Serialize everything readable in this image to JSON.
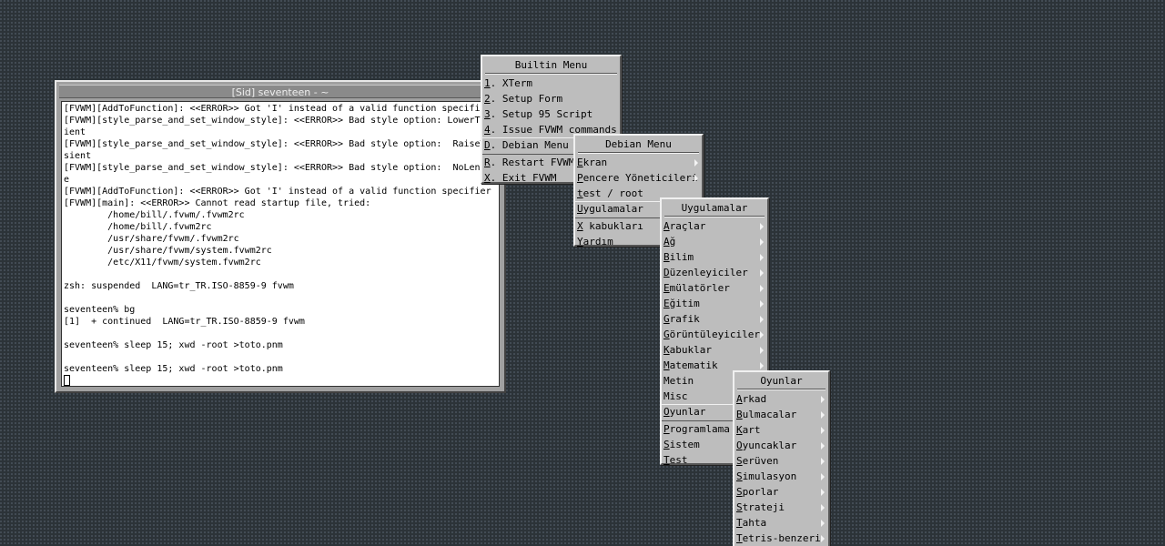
{
  "terminal": {
    "title": "[Sid] seventeen - ~",
    "lines": [
      "[FVWM][AddToFunction]: <<ERROR>> Got 'I' instead of a valid function specifier",
      "[FVWM][style_parse_and_set_window_style]: <<ERROR>> Bad style option: LowerTransient",
      "ient",
      "[FVWM][style_parse_and_set_window_style]: <<ERROR>> Bad style option:  RaiseTransient",
      "sient",
      "[FVWM][style_parse_and_set_window_style]: <<ERROR>> Bad style option:  NoLenience",
      "e",
      "[FVWM][AddToFunction]: <<ERROR>> Got 'I' instead of a valid function specifier",
      "[FVWM][main]: <<ERROR>> Cannot read startup file, tried:",
      "        /home/bill/.fvwm/.fvwm2rc",
      "        /home/bill/.fvwm2rc",
      "        /usr/share/fvwm/.fvwm2rc",
      "        /usr/share/fvwm/system.fvwm2rc",
      "        /etc/X11/fvwm/system.fvwm2rc",
      "",
      "zsh: suspended  LANG=tr_TR.ISO-8859-9 fvwm",
      "",
      "seventeen% bg",
      "[1]  + continued  LANG=tr_TR.ISO-8859-9 fvwm",
      "",
      "seventeen% sleep 15; xwd -root >toto.pnm",
      "",
      "seventeen% sleep 15; xwd -root >toto.pnm"
    ]
  },
  "menus": {
    "builtin": {
      "title": "Builtin Menu",
      "items": [
        {
          "hot": "1",
          "rest": ". XTerm",
          "sub": false
        },
        {
          "hot": "2",
          "rest": ". Setup Form",
          "sub": false
        },
        {
          "hot": "3",
          "rest": ". Setup 95 Script",
          "sub": false
        },
        {
          "hot": "4",
          "rest": ". Issue FVWM commands",
          "sub": false
        },
        {
          "hot": "D",
          "rest": ". Debian Menu",
          "sub": true,
          "selected": true
        },
        {
          "hot": "R",
          "rest": ". Restart FVWM",
          "sub": false
        },
        {
          "hot": "X",
          "rest": ". Exit FVWM",
          "sub": false
        }
      ]
    },
    "debian": {
      "title": "Debian Menu",
      "items": [
        {
          "hot": "E",
          "rest": "kran",
          "sub": true
        },
        {
          "hot": "P",
          "rest": "encere Yöneticileri",
          "sub": true
        },
        {
          "hot": "t",
          "rest": "est / root",
          "sub": false
        },
        {
          "hot": "U",
          "rest": "ygulamalar",
          "sub": true,
          "selected": true
        },
        {
          "hot": "X",
          "rest": " kabukları",
          "sub": true
        },
        {
          "hot": "Y",
          "rest": "ardım",
          "sub": true
        }
      ]
    },
    "uygulamalar": {
      "title": "Uygulamalar",
      "items": [
        {
          "hot": "A",
          "rest": "raçlar",
          "sub": true
        },
        {
          "hot": "A",
          "rest": "ğ",
          "sub": true
        },
        {
          "hot": "B",
          "rest": "ilim",
          "sub": true
        },
        {
          "hot": "D",
          "rest": "üzenleyiciler",
          "sub": true
        },
        {
          "hot": "E",
          "rest": "mülatörler",
          "sub": true
        },
        {
          "hot": "E",
          "rest": "ğitim",
          "sub": true
        },
        {
          "hot": "G",
          "rest": "rafik",
          "sub": true
        },
        {
          "hot": "G",
          "rest": "örüntüleyiciler",
          "sub": true
        },
        {
          "hot": "K",
          "rest": "abuklar",
          "sub": true
        },
        {
          "hot": "M",
          "rest": "atematik",
          "sub": true
        },
        {
          "hot": "",
          "rest": "Metin",
          "sub": true
        },
        {
          "hot": "",
          "rest": "Misc",
          "sub": true
        },
        {
          "hot": "O",
          "rest": "yunlar",
          "sub": true,
          "selected": true
        },
        {
          "hot": "P",
          "rest": "rogramlama",
          "sub": true
        },
        {
          "hot": "S",
          "rest": "istem",
          "sub": true
        },
        {
          "hot": "T",
          "rest": "est",
          "sub": true
        }
      ]
    },
    "oyunlar": {
      "title": "Oyunlar",
      "items": [
        {
          "hot": "A",
          "rest": "rkad",
          "sub": true
        },
        {
          "hot": "B",
          "rest": "ulmacalar",
          "sub": true
        },
        {
          "hot": "K",
          "rest": "art",
          "sub": true
        },
        {
          "hot": "O",
          "rest": "yuncaklar",
          "sub": true
        },
        {
          "hot": "S",
          "rest": "erüven",
          "sub": true
        },
        {
          "hot": "S",
          "rest": "imulasyon",
          "sub": true
        },
        {
          "hot": "S",
          "rest": "porlar",
          "sub": true
        },
        {
          "hot": "S",
          "rest": "trateji",
          "sub": true
        },
        {
          "hot": "T",
          "rest": "ahta",
          "sub": true
        },
        {
          "hot": "T",
          "rest": "etris-benzeri",
          "sub": true
        }
      ]
    }
  }
}
